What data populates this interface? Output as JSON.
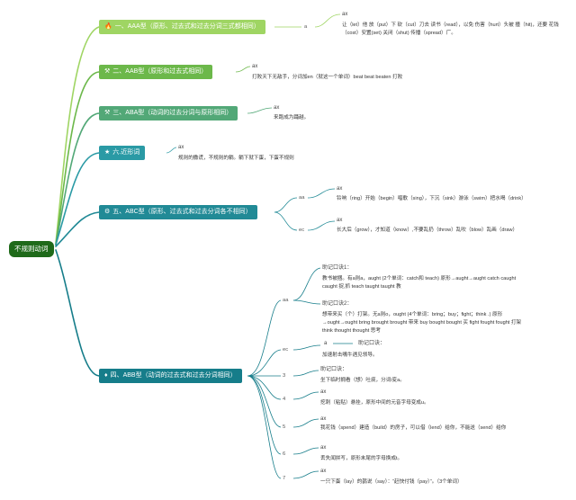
{
  "root": "不规则动词",
  "branches": [
    {
      "icon": "fire-icon",
      "glyph": "🔥",
      "label": "一、AAA型（原形、过去式和过去分词三式都相同）",
      "color": "#9fd563"
    },
    {
      "icon": "hammer-icon",
      "glyph": "⚒",
      "label": "二、AAB型（原形和过去式相同）",
      "color": "#6cb84a"
    },
    {
      "icon": "hammer-icon",
      "glyph": "⚒",
      "label": "三、ABA型（动词的过去分词与原形相同）",
      "color": "#52a877"
    },
    {
      "icon": "star-icon",
      "glyph": "★",
      "label": "六.近形词",
      "color": "#2a9aa5"
    },
    {
      "icon": "medal-icon",
      "glyph": "⚙",
      "label": "五、ABC型（原形、过去式和过去分词各不相同）",
      "color": "#218a96"
    },
    {
      "icon": "gem-icon",
      "glyph": "♦",
      "label": "四、ABB型（动词的过去式和过去分词相同）",
      "color": "#167d8a"
    }
  ],
  "aaa": {
    "sub": "a",
    "header": "ax",
    "text": "让（let）他 放（put）下 砍（cut）刀去 读书（read），以免 伤害（hurt）头被 撞（hit)，还要 花钱（cost）安置(set) 关闭（shut) 传播（spread）厂。"
  },
  "aab": {
    "header": "ax",
    "text": "打败天下无敌手，分词加en（就这一个单词）beat beat beaten 打败"
  },
  "aba": {
    "header": "ax",
    "text": "来跑成为踊越。"
  },
  "near": {
    "header": "ax",
    "text": "规则的撒谎，不规则的躺。躺下就下蛋，下蛋不规则"
  },
  "abc": [
    {
      "sub": "aa",
      "header": "ax",
      "text": "铃响（ring）开始（begin）唱歌（sing），下沉（sink）游泳（swim）把水喝（drink）"
    },
    {
      "sub": "ec",
      "header": "ax",
      "text": "长大后（grow），才知道（know）,不要乱扔（throw）乱吹（blow）乱画（draw）"
    }
  ],
  "abb": [
    {
      "sub": "aa",
      "items": [
        {
          "header": "助记口诀1：",
          "text": "教书被捆。有a则a，aught (2个单词：catch和 teach)   原形→aught→aught catch caught caught 捉,抓 teach taught taught 教"
        },
        {
          "header": "助记口诀2：",
          "text": "想带来买（个）打架。无a则o，ought (4个单词：bring；buy；fight；think .)   原形→ought→ought bring brought brought 带来 buy bought bought 买 fight fought fought 打架 think thought thought 思考"
        }
      ]
    },
    {
      "sub": "ec",
      "header_a": "a",
      "header_b": "助记口诀：",
      "text": "加速射击嘴牛遇见领导。"
    },
    {
      "sub": "3",
      "header": "助记口诀：",
      "text": "坐下临时拥看（想）吐痰，分词i变a。"
    },
    {
      "sub": "4",
      "header": "ax",
      "text": "挖刺（粘贴）悬挂，原形中间的元音字母变成u。"
    },
    {
      "sub": "5",
      "header": "ax",
      "text": "我花钱（spend）建造（build）的房子，可以借（lend）给你，不能送（send）给你"
    },
    {
      "sub": "6",
      "header": "ax",
      "text": "丢失闻拼写，原形末尾的字母换成t。"
    },
    {
      "sub": "7",
      "header": "ax",
      "text": "一只下蛋（lay）的鹊说（say）：“赶快付钱（pay）”。（3个单词）"
    }
  ]
}
